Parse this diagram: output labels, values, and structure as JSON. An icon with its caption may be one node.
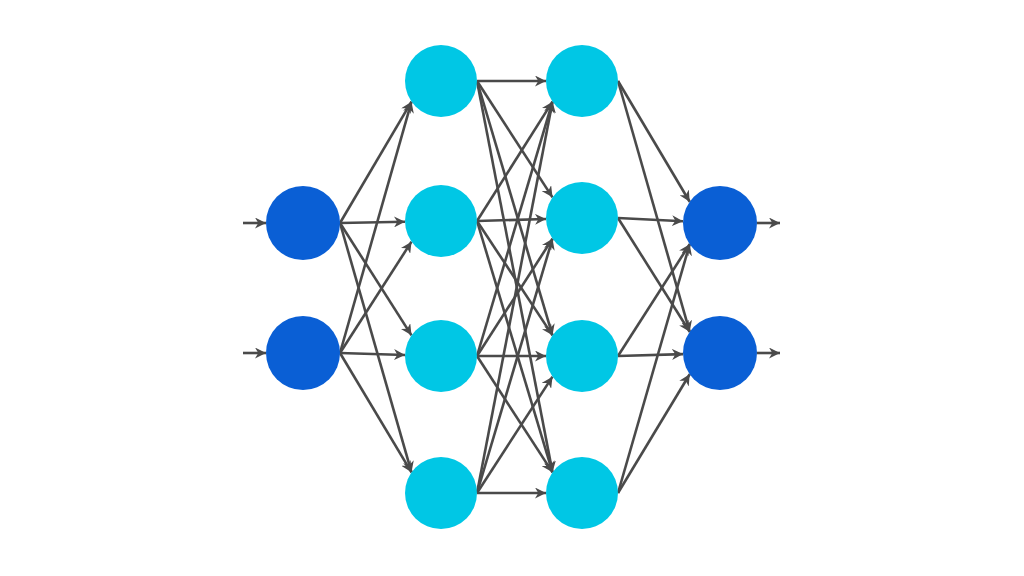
{
  "diagram": {
    "nodes": [
      {
        "text": [],
        "shape": "circle"
      },
      {
        "text": [],
        "shape": "circle"
      },
      {
        "text": [],
        "shape": "circle"
      },
      {
        "text": [],
        "shape": "circle"
      },
      {
        "text": [],
        "shape": "circle"
      },
      {
        "text": [],
        "shape": "circle"
      },
      {
        "text": [],
        "shape": "circle"
      },
      {
        "text": [],
        "shape": "circle"
      },
      {
        "text": [],
        "shape": "circle"
      },
      {
        "text": [],
        "shape": "circle"
      },
      {
        "text": [],
        "shape": "circle"
      },
      {
        "text": [],
        "shape": "circle"
      }
    ],
    "edges": [
      {
        "from": null,
        "to": 0,
        "arrow": "to"
      },
      {
        "from": null,
        "to": 1,
        "arrow": "to"
      },
      {
        "from": 0,
        "to": 2,
        "arrow": "to"
      },
      {
        "from": 0,
        "to": 3,
        "arrow": "to"
      },
      {
        "from": 0,
        "to": 4,
        "arrow": "to"
      },
      {
        "from": 0,
        "to": 5,
        "arrow": "to"
      },
      {
        "from": 1,
        "to": 2,
        "arrow": "to"
      },
      {
        "from": 1,
        "to": 3,
        "arrow": "to"
      },
      {
        "from": 1,
        "to": 4,
        "arrow": "to"
      },
      {
        "from": 1,
        "to": 5,
        "arrow": "to"
      },
      {
        "from": 2,
        "to": 6,
        "arrow": "to"
      },
      {
        "from": 2,
        "to": 7,
        "arrow": "to"
      },
      {
        "from": 2,
        "to": 8,
        "arrow": "to"
      },
      {
        "from": 2,
        "to": 9,
        "arrow": "to"
      },
      {
        "from": 3,
        "to": 6,
        "arrow": "to"
      },
      {
        "from": 3,
        "to": 7,
        "arrow": "to"
      },
      {
        "from": 3,
        "to": 8,
        "arrow": "to"
      },
      {
        "from": 3,
        "to": 9,
        "arrow": "to"
      },
      {
        "from": 4,
        "to": 6,
        "arrow": "to"
      },
      {
        "from": 4,
        "to": 7,
        "arrow": "to"
      },
      {
        "from": 4,
        "to": 8,
        "arrow": "to"
      },
      {
        "from": 4,
        "to": 9,
        "arrow": "to"
      },
      {
        "from": 5,
        "to": 6,
        "arrow": "to"
      },
      {
        "from": 5,
        "to": 7,
        "arrow": "to"
      },
      {
        "from": 5,
        "to": 8,
        "arrow": "to"
      },
      {
        "from": 5,
        "to": 9,
        "arrow": "to"
      },
      {
        "from": 6,
        "to": 10,
        "arrow": "to"
      },
      {
        "from": 6,
        "to": 11,
        "arrow": "to"
      },
      {
        "from": 7,
        "to": 10,
        "arrow": "to"
      },
      {
        "from": 7,
        "to": 11,
        "arrow": "to"
      },
      {
        "from": 8,
        "to": 10,
        "arrow": "to"
      },
      {
        "from": 8,
        "to": 11,
        "arrow": "to"
      },
      {
        "from": 9,
        "to": 10,
        "arrow": "to"
      },
      {
        "from": 9,
        "to": 11,
        "arrow": "to"
      },
      {
        "from": 10,
        "to": null,
        "arrow": "to"
      },
      {
        "from": 11,
        "to": null,
        "arrow": "to"
      }
    ]
  }
}
